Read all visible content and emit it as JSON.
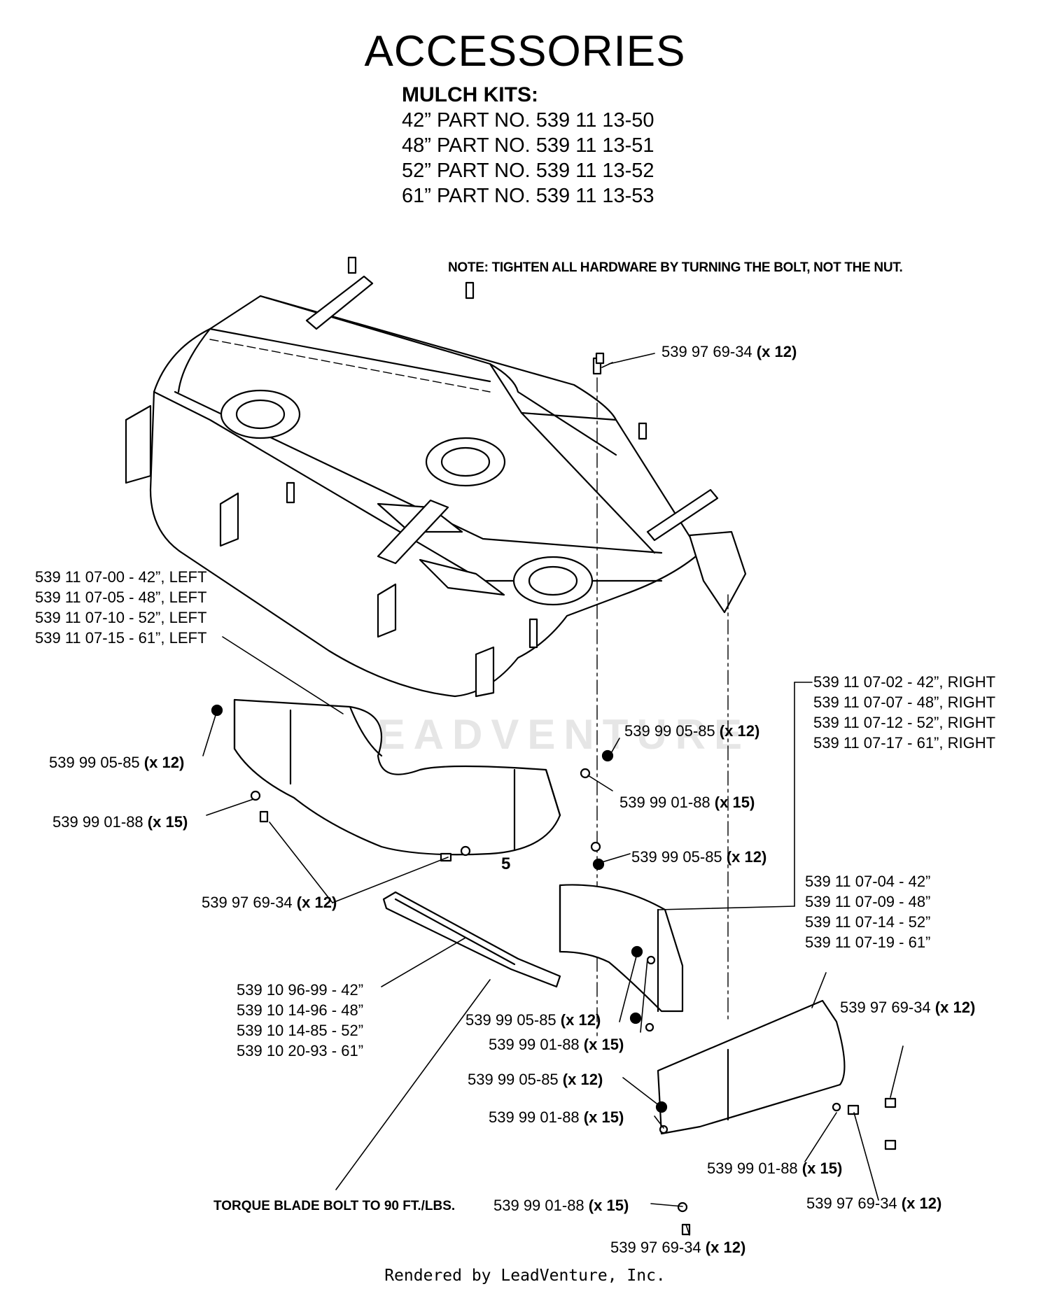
{
  "page": {
    "title": "ACCESSORIES",
    "note": "NOTE: TIGHTEN ALL HARDWARE BY TURNING THE BOLT, NOT THE NUT.",
    "torque_note": "TORQUE BLADE BOLT TO 90 FT./LBS.",
    "footer": "Rendered by LeadVenture, Inc.",
    "watermark": "LEADVENTURE"
  },
  "mulch_kits": {
    "header": "MULCH KITS:",
    "items": [
      "42” PART NO. 539 11 13-50",
      "48” PART NO. 539 11 13-51",
      "52” PART NO. 539 11 13-52",
      "61” PART NO. 539 11 13-53"
    ]
  },
  "callouts": {
    "bolt_top": {
      "part": "539  97 69-34",
      "qty": "(x 12)"
    },
    "left_baffle": [
      "539 11 07-00 - 42”, LEFT",
      "539 11 07-05 - 48”, LEFT",
      "539 11 07-10 - 52”, LEFT",
      "539 11 07-15 - 61”, LEFT"
    ],
    "right_baffle": [
      "539 11 07-02 - 42”, RIGHT",
      "539 11 07-07 - 48”, RIGHT",
      "539 11 07-12 - 52”, RIGHT",
      "539 11 07-17 - 61”, RIGHT"
    ],
    "rear_baffle": [
      "539 11 07-04 - 42”",
      "539 11 07-09 - 48”",
      "539 11 07-14 - 52”",
      "539 11 07-19 - 61”"
    ],
    "blade": [
      "539 10 96-99 - 42”",
      "539 10 14-96 - 48”",
      "539 10 14-85 - 52”",
      "539 10 20-93 - 61”"
    ],
    "nut_left": {
      "part": "539 99 05-85",
      "qty": "(x 12)"
    },
    "washer_left": {
      "part": "539  99 01-88",
      "qty": "(x 15)"
    },
    "bolt_left": {
      "part": "539  97 69-34",
      "qty": "(x 12)"
    },
    "nut_center_top": {
      "part": "539 99 05-85",
      "qty": "(x 12)"
    },
    "washer_center": {
      "part": "539  99 01-88",
      "qty": "(x 15)"
    },
    "nut_center_mid": {
      "part": "539 99 05-85",
      "qty": "(x 12)"
    },
    "nut_lower_1": {
      "part": "539 99 05-85",
      "qty": "(x 12)"
    },
    "washer_lower_1": {
      "part": "539  99 01-88",
      "qty": "(x 15)"
    },
    "nut_lower_2": {
      "part": "539 99 05-85",
      "qty": "(x 12)"
    },
    "washer_lower_2": {
      "part": "539  99 01-88",
      "qty": "(x 15)"
    },
    "bolt_right_1": {
      "part": "539  97 69-34",
      "qty": "(x 12)"
    },
    "washer_right": {
      "part": "539  99 01-88",
      "qty": "(x 15)"
    },
    "bolt_right_2": {
      "part": "539  97 69-34",
      "qty": "(x 12)"
    },
    "washer_bottom": {
      "part": "539  99 01-88",
      "qty": "(x 15)"
    },
    "bolt_bottom": {
      "part": "539  97 69-34",
      "qty": "(x 12)"
    },
    "ref_number": "5"
  }
}
